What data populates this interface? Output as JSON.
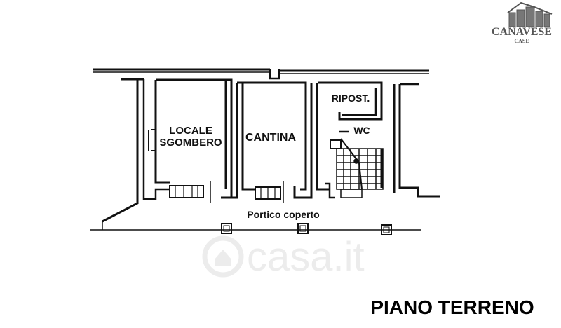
{
  "logo": {
    "brand": "CANAVESE",
    "sub": "CASE"
  },
  "rooms": {
    "locale_line1": "LOCALE",
    "locale_line2": "SGOMBERO",
    "cantina": "CANTINA",
    "ripost": "RIPOST.",
    "wc": "WC"
  },
  "portico": "Portico coperto",
  "floor_title": "PIANO TERRENO",
  "watermark": "casa.it",
  "colors": {
    "ink": "#111111",
    "logo": "#555555",
    "watermark": "#ececec"
  }
}
